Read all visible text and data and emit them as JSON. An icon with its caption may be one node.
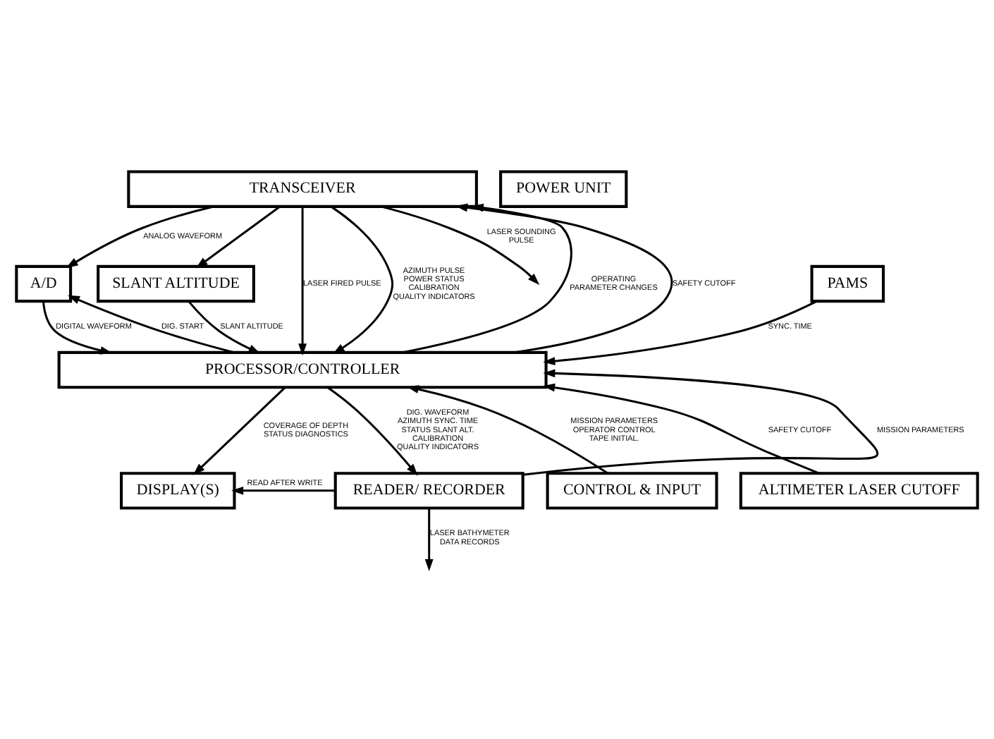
{
  "diagram": {
    "nodes": [
      {
        "text": [
          "TRANSCEIVER"
        ]
      },
      {
        "text": [
          "POWER UNIT"
        ]
      },
      {
        "text": [
          "A/D"
        ]
      },
      {
        "text": [
          "SLANT ALTITUDE"
        ]
      },
      {
        "text": [
          "PAMS"
        ]
      },
      {
        "text": [
          "PROCESSOR/CONTROLLER"
        ]
      },
      {
        "text": [
          "DISPLAY(S)"
        ]
      },
      {
        "text": [
          "CONTROL & INPUT"
        ]
      },
      {
        "text": [
          "ALTIMETER LASER CUTOFF"
        ]
      },
      {
        "text": [
          "READER/ RECORDER"
        ]
      }
    ],
    "edges": [
      {
        "from": 0,
        "to": null,
        "arrow": "to",
        "label": "LASER SOUNDING PULSE"
      },
      {
        "from": 5,
        "to": 0,
        "arrow": "to",
        "label": "OPERATING PARAMETER CHANGES"
      },
      {
        "from": 0,
        "to": 2,
        "arrow": "to",
        "label": "ANALOG WAVEFORM"
      },
      {
        "from": 5,
        "to": 2,
        "arrow": "to",
        "label": "DIG. START"
      },
      {
        "from": 2,
        "to": 5,
        "arrow": "to",
        "label": "DIGITAL WAVEFORM"
      },
      {
        "from": 3,
        "to": 5,
        "arrow": "to",
        "label": "SLANT ALTITUDE"
      },
      {
        "from": 0,
        "to": 5,
        "arrow": "to",
        "label": "LASER FIRED PULSE"
      },
      {
        "from": 0,
        "to": 3,
        "arrow": "to"
      },
      {
        "from": 5,
        "to": 0,
        "arrow": "to",
        "label": "SAFETY CUTOFF"
      },
      {
        "from": 0,
        "to": 5,
        "arrow": "to",
        "label": "AZIMUTH PULSE POWER STATUS CALIBRATION QUALITY INDICATORS"
      },
      {
        "from": 4,
        "to": 5,
        "arrow": "to",
        "label": "SYNC. TIME"
      },
      {
        "from": 5,
        "to": 6,
        "arrow": "to",
        "label": "COVERAGE OF DEPTH STATUS DIAGNOSTICS"
      },
      {
        "from": 7,
        "to": 5,
        "arrow": "to",
        "label": "MISSION PARAMETERS OPERATOR CONTROL TAPE INITIAL."
      },
      {
        "from": 8,
        "to": 5,
        "arrow": "to",
        "label": "SAFETY CUTOFF"
      },
      {
        "from": 9,
        "to": 5,
        "arrow": "to",
        "label": "MISSION PARAMETERS"
      },
      {
        "from": 5,
        "to": 9,
        "arrow": "to",
        "label": "DIG. WAVEFORM AZIMUTH SYNC. TIME STATUS SLANT ALT. CALIBRATION QUALITY INDICATORS"
      },
      {
        "from": 9,
        "to": 6,
        "arrow": "to",
        "label": "READ AFTER WRITE"
      },
      {
        "from": 9,
        "to": null,
        "arrow": "to",
        "label": "LASER BATHYMETER DATA RECORDS"
      }
    ]
  }
}
